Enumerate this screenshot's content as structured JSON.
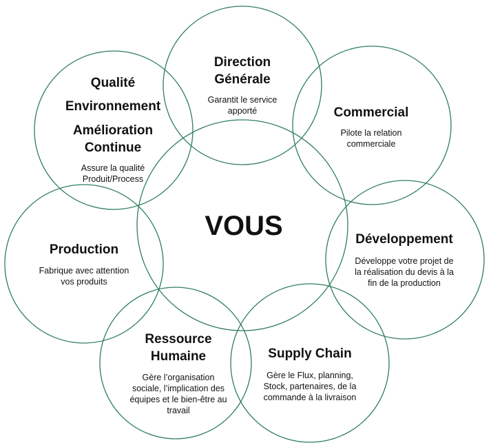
{
  "center": {
    "label": "VOUS"
  },
  "nodes": [
    {
      "id": "direction-generale",
      "title_lines": [
        "Direction",
        "Générale"
      ],
      "desc_lines": [
        "Garantit le service",
        "apporté"
      ]
    },
    {
      "id": "commercial",
      "title_lines": [
        "Commercial"
      ],
      "desc_lines": [
        "Pilote la relation",
        "commerciale"
      ]
    },
    {
      "id": "developpement",
      "title_lines": [
        "Développement"
      ],
      "desc_lines": [
        "Développe votre projet de",
        "la réalisation du devis à la",
        "fin de la production"
      ]
    },
    {
      "id": "supply-chain",
      "title_lines": [
        "Supply Chain"
      ],
      "desc_lines": [
        "Gère le Flux, planning,",
        "Stock, partenaires, de la",
        "commande à la livraison"
      ]
    },
    {
      "id": "ressource-humaine",
      "title_lines": [
        "Ressource",
        "Humaine"
      ],
      "desc_lines": [
        "Gère l’organisation",
        "sociale, l’implication des",
        "équipes et le bien-être au",
        "travail"
      ]
    },
    {
      "id": "production",
      "title_lines": [
        "Production"
      ],
      "desc_lines": [
        "Fabrique avec attention",
        "vos produits"
      ]
    },
    {
      "id": "qualite",
      "title_lines": [
        "Qualité",
        "Environnement",
        "Amélioration",
        "Continue"
      ],
      "desc_lines": [
        "Assure la qualité",
        "Produit/Process"
      ]
    }
  ]
}
